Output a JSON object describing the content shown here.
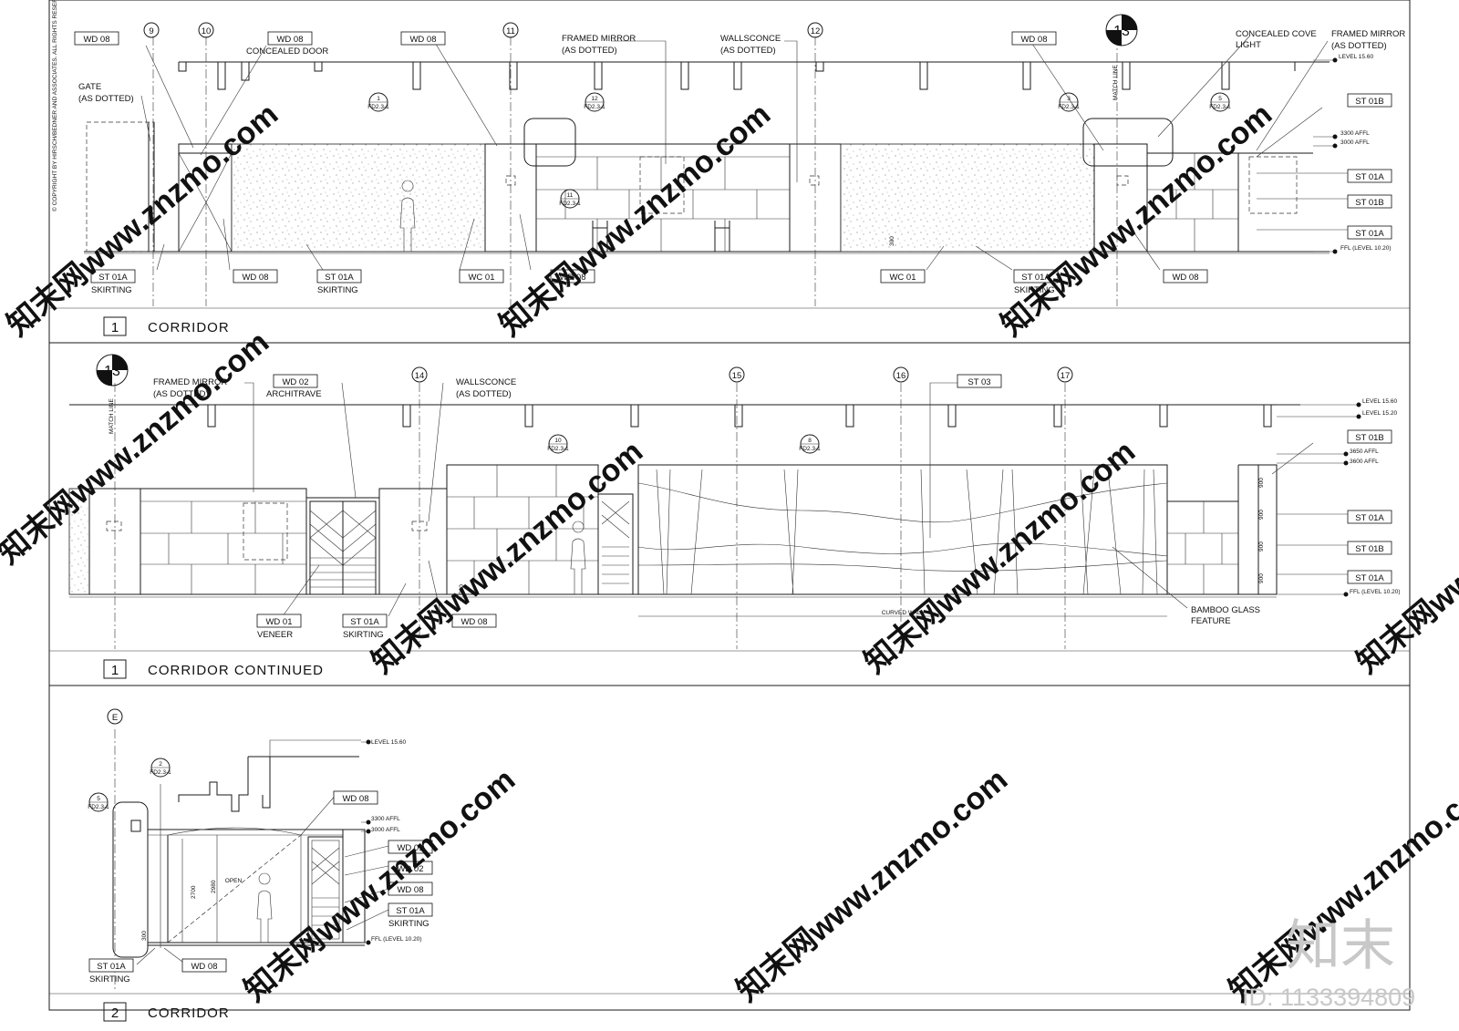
{
  "copyright": "© COPYRIGHT BY HIRSCH/BEDNER AND ASSOCIATES. ALL RIGHTS RESERVED.",
  "watermark": "知末网www.znzmo.com",
  "brand": {
    "logo_text": "知末",
    "id_text": "ID: 1133394809"
  },
  "panels": [
    {
      "number": "1",
      "title": "CORRIDOR"
    },
    {
      "number": "1",
      "title": "CORRIDOR CONTINUED"
    },
    {
      "number": "2",
      "title": "CORRIDOR"
    }
  ],
  "grid_labels": [
    "9",
    "10",
    "11",
    "12",
    "13",
    "13",
    "14",
    "15",
    "16",
    "17",
    "E"
  ],
  "match_line": "MATCH LINE",
  "tags": {
    "wd08": "WD 08",
    "wd01": "WD 01",
    "wd02": "WD 02",
    "st01a": "ST 01A",
    "st01b": "ST 01B",
    "st03": "ST 03",
    "wc01": "WC 01"
  },
  "notes": {
    "concealed_door": "CONCEALED DOOR",
    "gate": "GATE",
    "as_dotted": "(AS DOTTED)",
    "framed_mirror": "FRAMED MIRROR",
    "wallsconce": "WALLSCONCE",
    "concealed_cove": "CONCEALED COVE",
    "light": "LIGHT",
    "skirting": "SKIRTING",
    "veneer": "VENEER",
    "architrave": "ARCHITRAVE",
    "curved_wall": "CURVED WALL",
    "bamboo_glass": "BAMBOO GLASS",
    "feature": "FEATURE",
    "open": "OPEN"
  },
  "levels": {
    "l1560": "LEVEL 15.60",
    "l1520": "LEVEL 15.20",
    "ffl": "FFL (LEVEL 10.20)",
    "a3300": "3300 AFFL",
    "a3000": "3000 AFFL",
    "a3650": "3650 AFFL",
    "a3600": "3600 AFFL"
  },
  "dims": {
    "d900": "900",
    "d2700": "2700",
    "d2980": "2980",
    "d300": "300"
  },
  "refs": {
    "r1": {
      "n": "1",
      "s": "FD2.3-1"
    },
    "r12": {
      "n": "12",
      "s": "FD2.3-1"
    },
    "r11": {
      "n": "11",
      "s": "FD2.3-1"
    },
    "r3": {
      "n": "3",
      "s": "FD2.3-1"
    },
    "r5": {
      "n": "5",
      "s": "FD2.3-1"
    },
    "r10": {
      "n": "10",
      "s": "FD2.3-1"
    },
    "r8": {
      "n": "8",
      "s": "FD2.3-1"
    },
    "r2": {
      "n": "2",
      "s": "FD2.3-1"
    },
    "r5b": {
      "n": "5",
      "s": "FD2.3-1"
    }
  }
}
